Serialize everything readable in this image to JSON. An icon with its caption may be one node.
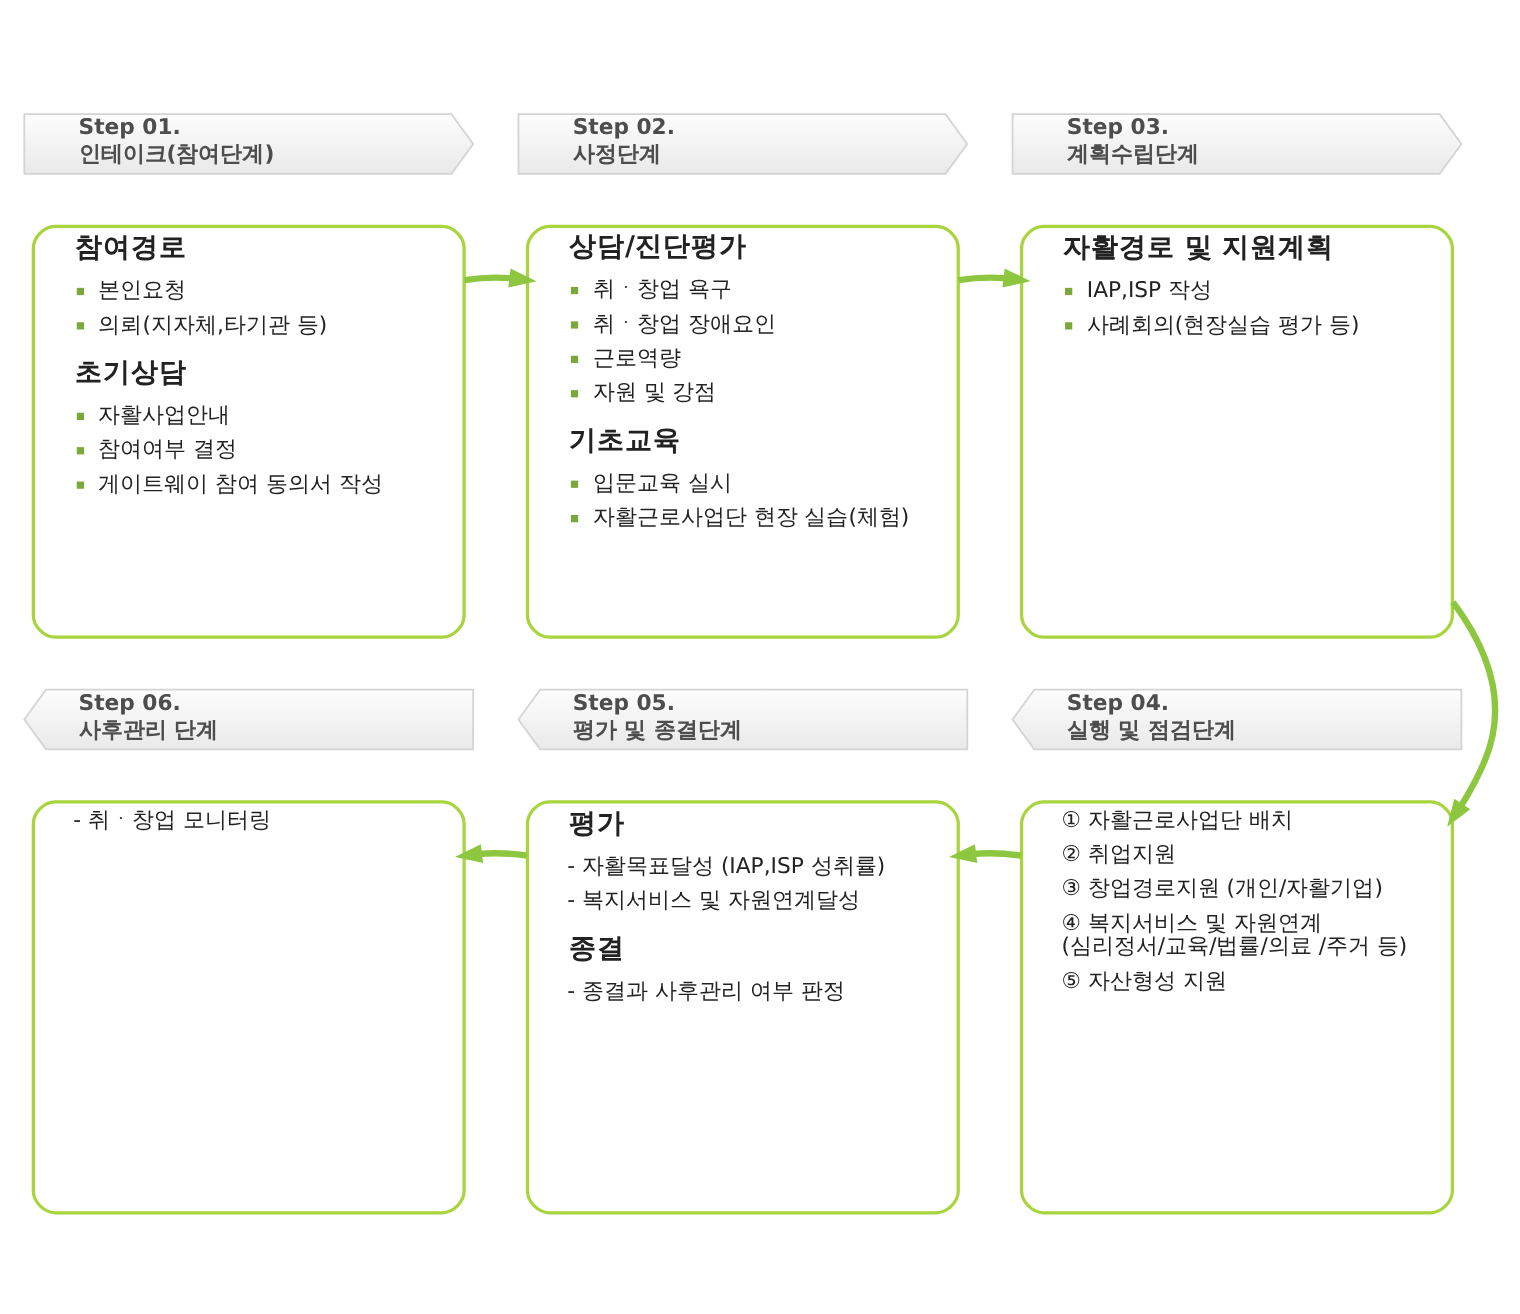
{
  "diagram": {
    "nodes": [
      {
        "text": [
          "Step 01.",
          "인테이크(참여단계)"
        ]
      },
      {
        "text": [
          "Step 02.",
          "사정단계"
        ]
      },
      {
        "text": [
          "Step 03.",
          "계획수립단계"
        ]
      },
      {
        "text": [
          "참여경로",
          "본인요청",
          "의뢰(지자체,타기관 등)",
          "초기상담",
          "자활사업안내",
          "참여여부 결정",
          "게이트웨이 참여 동의서 작성"
        ]
      },
      {
        "text": [
          "상담/진단평가",
          "취ㆍ창업 욕구",
          "취ㆍ창업 장애요인",
          "근로역량",
          "자원 및 강점",
          "기초교육",
          "입문교육 실시",
          "자활근로사업단 현장 실습(체험)"
        ]
      },
      {
        "text": [
          "자활경로 및 지원계획",
          "IAP,ISP 작성",
          "사례회의(현장실습 평가 등)"
        ]
      },
      {
        "text": [
          "Step 06.",
          "사후관리 단계"
        ]
      },
      {
        "text": [
          "Step 05.",
          "평가 및 종결단계"
        ]
      },
      {
        "text": [
          "Step 04.",
          "실행 및 점검단계"
        ]
      },
      {
        "text": [
          "- 취ㆍ창업 모니터링"
        ]
      },
      {
        "text": [
          "평가",
          "- 자활목표달성 (IAP,ISP 성취률)",
          "- 복지서비스 및 자원연계달성",
          "종결",
          "- 종결과 사후관리 여부 판정"
        ]
      },
      {
        "text": [
          "① 자활근로사업단 배치",
          "② 취업지원",
          "③ 창업경로지원 (개인/자활기업)",
          "④ 복지서비스 및 자원연계 (심리정서/교육/법률/의료 /주거 등)",
          "⑤ 자산형성 지원"
        ]
      }
    ],
    "edges": [
      {
        "from": 3,
        "to": 4,
        "arrow": "to"
      },
      {
        "from": 4,
        "to": 5,
        "arrow": "to"
      },
      {
        "from": 5,
        "to": 11,
        "arrow": "to"
      },
      {
        "from": 11,
        "to": 10,
        "arrow": "to"
      },
      {
        "from": 10,
        "to": 9,
        "arrow": "to"
      }
    ]
  }
}
